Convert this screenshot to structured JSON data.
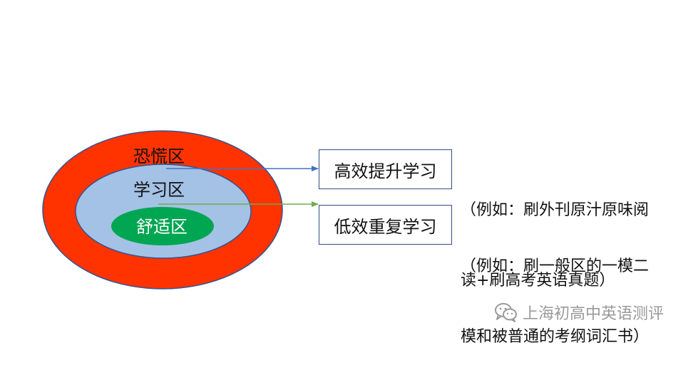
{
  "zones": {
    "panic": {
      "label": "恐慌区",
      "color": "#ff3300"
    },
    "learning": {
      "label": "学习区",
      "color": "#a4c2e6"
    },
    "comfort": {
      "label": "舒适区",
      "color": "#00a651"
    }
  },
  "boxes": {
    "high": {
      "label": "高效提升学习"
    },
    "low": {
      "label": "低效重复学习"
    }
  },
  "notes": {
    "high": {
      "line1": "（例如：刷外刊原汁原味阅",
      "line2": "读+刷高考英语真题）"
    },
    "low": {
      "line1": "（例如：刷一般区的一模二",
      "line2": "模和被普通的考纲词汇书）"
    }
  },
  "arrows": {
    "high": {
      "color": "#4472c4"
    },
    "low": {
      "color": "#70ad47"
    }
  },
  "watermark": {
    "text": "上海初高中英语测评",
    "icon": "wechat-icon"
  }
}
